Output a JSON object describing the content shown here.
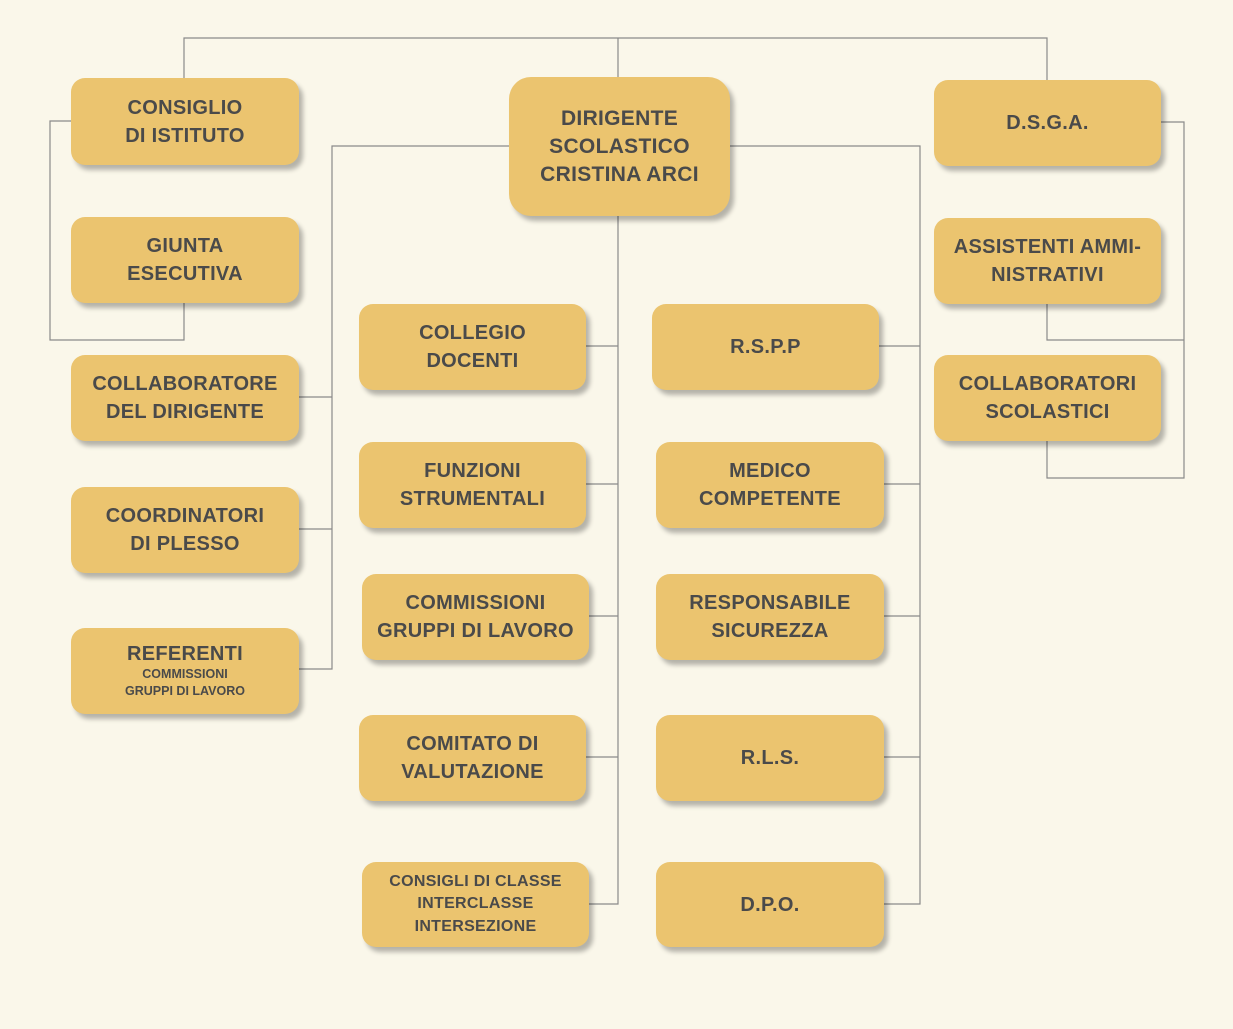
{
  "nodes": {
    "consiglio_istituto": [
      "CONSIGLIO",
      "DI ISTITUTO"
    ],
    "giunta_esecutiva": [
      "GIUNTA",
      "ESECUTIVA"
    ],
    "collaboratore_dirigente": [
      "COLLABORATORE",
      "DEL DIRIGENTE"
    ],
    "coordinatori_plesso": [
      "COORDINATORI",
      "DI PLESSO"
    ],
    "referenti": {
      "title": "REFERENTI",
      "subtitle": [
        "COMMISSIONI",
        "GRUPPI DI LAVORO"
      ]
    },
    "dirigente": [
      "DIRIGENTE",
      "SCOLASTICO",
      "CRISTINA ARCI"
    ],
    "collegio_docenti": [
      "COLLEGIO",
      "DOCENTI"
    ],
    "funzioni_strumentali": [
      "FUNZIONI",
      "STRUMENTALI"
    ],
    "commissioni_gruppi": [
      "COMMISSIONI",
      "GRUPPI DI LAVORO"
    ],
    "comitato_valutazione": [
      "COMITATO DI",
      "VALUTAZIONE"
    ],
    "consigli_classe": [
      "CONSIGLI DI CLASSE",
      "INTERCLASSE",
      "INTERSEZIONE"
    ],
    "rspp": [
      "R.S.P.P"
    ],
    "medico_competente": [
      "MEDICO",
      "COMPETENTE"
    ],
    "responsabile_sicurezza": [
      "RESPONSABILE",
      "SICUREZZA"
    ],
    "rls": [
      "R.L.S."
    ],
    "dpo": [
      "D.P.O."
    ],
    "dsga": [
      "D.S.G.A."
    ],
    "assistenti_amministrativi": [
      "ASSISTENTI AMMI-",
      "NISTRATIVI"
    ],
    "collaboratori_scolastici": [
      "COLLABORATORI",
      "SCOLASTICI"
    ]
  },
  "colors": {
    "background": "#faf7ea",
    "box_fill": "#ebc46f",
    "box_text": "#4a4a4a",
    "connector": "#8a8a8a"
  }
}
